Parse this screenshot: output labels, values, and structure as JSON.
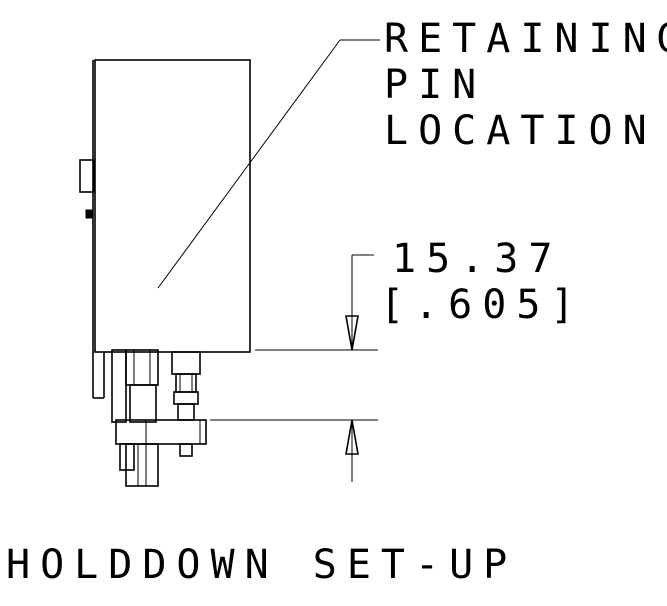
{
  "callout": {
    "line1": "RETAINING",
    "line2": "PIN",
    "line3": "LOCATION"
  },
  "dimension": {
    "metric": "15.37",
    "imperial": "[.605]"
  },
  "caption": "HOLDDOWN SET-UP"
}
